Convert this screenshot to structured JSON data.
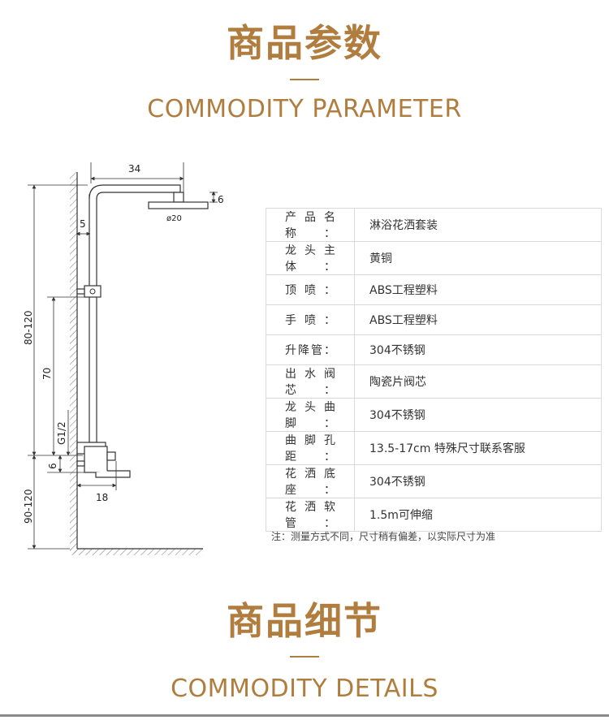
{
  "section1": {
    "title": "商品参数",
    "subtitle": "COMMODITY PARAMETER"
  },
  "diagram": {
    "dim_head_width": "34",
    "dim_head_height": "6",
    "dim_head_diameter": "ø20",
    "dim_wall_offset": "5",
    "dim_total_height": "80-120",
    "dim_pipe_length": "70",
    "dim_thread": "G1/2",
    "dim_valve_height": "6",
    "dim_valve_depth": "18",
    "dim_floor_height": "90-120"
  },
  "specs": [
    {
      "label": "产品名称：",
      "value": "淋浴花洒套装"
    },
    {
      "label": "龙头主体：",
      "value": "黄铜"
    },
    {
      "label": "顶喷：",
      "value": "ABS工程塑料"
    },
    {
      "label": "手喷：",
      "value": "ABS工程塑料"
    },
    {
      "label": "升降管：",
      "value": "304不锈钢"
    },
    {
      "label": "出水阀芯：",
      "value": "陶瓷片阀芯"
    },
    {
      "label": "龙头曲脚：",
      "value": "304不锈钢"
    },
    {
      "label": "曲脚孔距：",
      "value": "13.5-17cm 特殊尺寸联系客服"
    },
    {
      "label": "花洒底座：",
      "value": "304不锈钢"
    },
    {
      "label": "花洒软管：",
      "value": "1.5m可伸缩"
    }
  ],
  "note": "注：测量方式不同，尺寸稍有偏差，以实际尺寸为准",
  "section2": {
    "title": "商品细节",
    "subtitle": "COMMODITY DETAILS"
  },
  "colors": {
    "accent": "#b07d3e",
    "table_border": "#d9d9d9"
  }
}
